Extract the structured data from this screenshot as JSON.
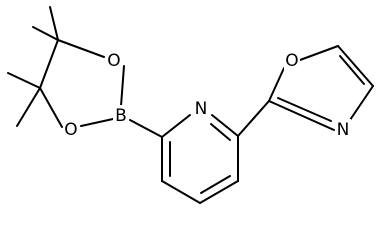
{
  "molecule": {
    "atoms": {
      "boron": "B",
      "boronate_oxygen_top": "O",
      "boronate_oxygen_bottom": "O",
      "pyridine_nitrogen": "N",
      "oxazole_oxygen": "O",
      "oxazole_nitrogen": "N"
    },
    "colors": {
      "bond": "#000000",
      "label": "#000000",
      "background": "#ffffff"
    }
  }
}
